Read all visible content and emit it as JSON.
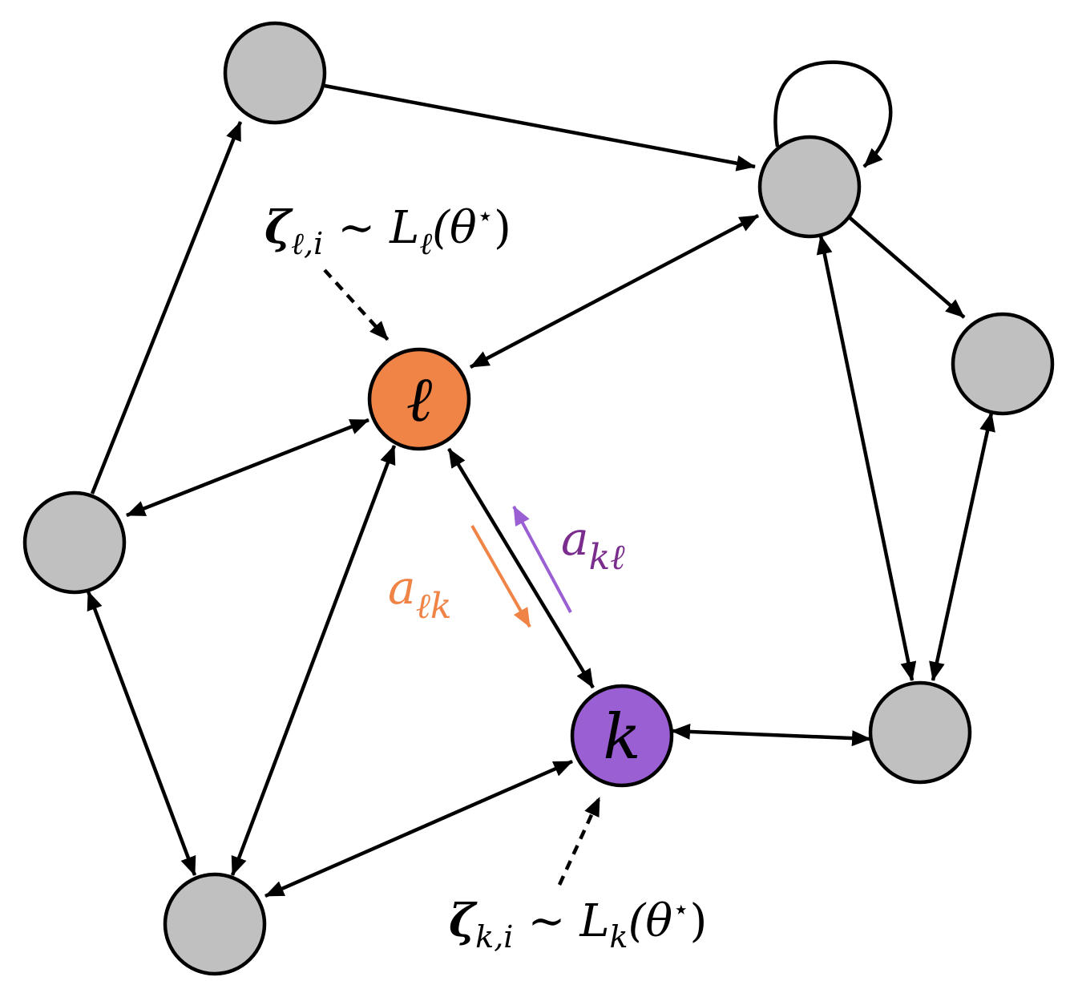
{
  "diagram": {
    "nodes": [
      {
        "id": "top-left"
      },
      {
        "id": "top-right"
      },
      {
        "id": "right"
      },
      {
        "id": "left"
      },
      {
        "id": "l",
        "label": "ℓ",
        "color": "#f08346"
      },
      {
        "id": "k",
        "label": "k",
        "color": "#9b5fd4"
      },
      {
        "id": "bottom-right"
      },
      {
        "id": "bottom-left"
      }
    ],
    "default_node_color": "#c0c0c0",
    "edges": [
      {
        "from": "top-left",
        "to": "top-right",
        "directed": true
      },
      {
        "from": "top-right",
        "to": "top-right",
        "self_loop": true
      },
      {
        "from": "top-right",
        "to": "right",
        "directed": true
      },
      {
        "from": "top-right",
        "to": "l",
        "bidirectional": true
      },
      {
        "from": "top-right",
        "to": "bottom-right",
        "bidirectional": true
      },
      {
        "from": "right",
        "to": "bottom-right",
        "bidirectional": true
      },
      {
        "from": "left",
        "to": "top-left",
        "directed": true
      },
      {
        "from": "left",
        "to": "l",
        "bidirectional": true
      },
      {
        "from": "left",
        "to": "bottom-left",
        "bidirectional": true
      },
      {
        "from": "l",
        "to": "bottom-left",
        "bidirectional": true
      },
      {
        "from": "l",
        "to": "k",
        "bidirectional": true
      },
      {
        "from": "k",
        "to": "bottom-left",
        "bidirectional": true
      },
      {
        "from": "k",
        "to": "bottom-right",
        "bidirectional": true
      }
    ],
    "weights": {
      "a_lk": {
        "base": "a",
        "sub": "ℓk",
        "color": "#f08346"
      },
      "a_kl": {
        "base": "a",
        "sub": "kℓ",
        "color": "#7b2d8e"
      }
    },
    "annotations": {
      "zeta_l": {
        "zeta": "ζ",
        "sub": "ℓ,i",
        "tilde": "∼",
        "L": "L",
        "L_sub": "ℓ",
        "arg": "(θ",
        "star": "⋆",
        "close": ")"
      },
      "zeta_k": {
        "zeta": "ζ",
        "sub": "k,i",
        "tilde": "∼",
        "L": "L",
        "L_sub": "k",
        "arg": "(θ",
        "star": "⋆",
        "close": ")"
      }
    }
  }
}
